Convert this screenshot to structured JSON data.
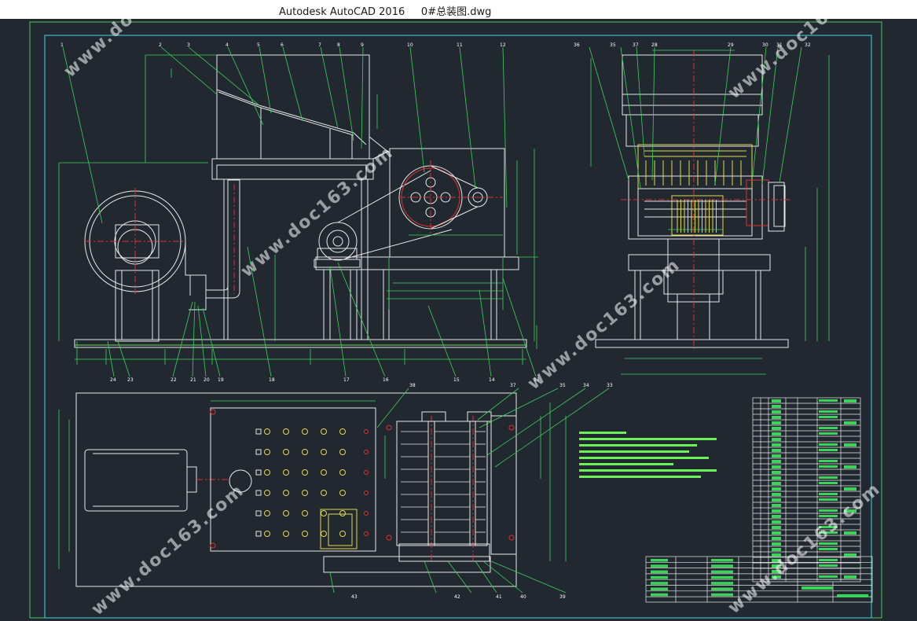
{
  "window": {
    "app_title": "Autodesk AutoCAD 2016",
    "file_name": "0#总装图.dwg"
  },
  "watermark": {
    "text": "www.doc163.com"
  },
  "drawing": {
    "part_numbers_top": [
      "1",
      "2",
      "3",
      "4",
      "5",
      "6",
      "7",
      "8",
      "9",
      "10",
      "11",
      "12"
    ],
    "part_numbers_bottom": [
      "24",
      "23",
      "22",
      "21",
      "20",
      "19",
      "18",
      "17",
      "16",
      "15",
      "14",
      "13"
    ],
    "part_numbers_side": [
      "36",
      "35",
      "37",
      "28",
      "29",
      "30",
      "31",
      "32"
    ],
    "part_numbers_plan": [
      "38",
      "37",
      "35",
      "34",
      "33",
      "42",
      "41",
      "40",
      "43",
      "39"
    ],
    "colors": {
      "frame": "#54c45a",
      "border": "#3fd6e3",
      "geometry": "#e8e8e8",
      "center": "#e03131",
      "dimension": "#3bd35a",
      "hidden": "#e3d94a"
    }
  }
}
